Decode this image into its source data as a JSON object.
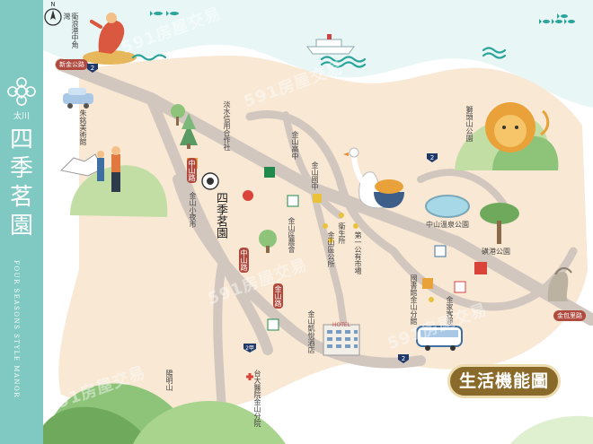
{
  "brand": {
    "company": "太川",
    "name_zh": "四季茗園",
    "name_en": "FOUR SEASONS STYLE MANOR"
  },
  "badge": "生活機能圖",
  "watermark": "591房屋交易",
  "roads": {
    "top_left": "新金公路",
    "right": "金包里路",
    "vertical_left": "中山路",
    "diagonal": "中山路",
    "vertical_mid": "金山路"
  },
  "route_numbers": [
    "2",
    "2甲",
    "2",
    "2"
  ],
  "places": {
    "surf": "衛浪港中角灣",
    "art_museum": "朱銘美術館",
    "credit_union": "淡水信用合作社",
    "high_school": "金山高中",
    "middle_school": "金山國中",
    "night_market": "金山小夜市",
    "project": "四季茗園",
    "farmers_assoc": "金山區農會",
    "township_office": "金山區公所",
    "health_center": "衛生所",
    "public_market": "第一公有市場",
    "park_lion": "獅頭山公園",
    "hotspring_park": "中山溫泉公園",
    "old_street": "磺港公園",
    "library": "國書館金山分館",
    "old_house": "金家客運",
    "hotel": "金山凱悅酒店",
    "hospital": "台大醫院金山分院",
    "yangming": "陽明山",
    "hotel_sign": "HOTEL"
  },
  "colors": {
    "side": "#7fc9c2",
    "land": "#f8e8d4",
    "road": "#d2c7be",
    "sea": "#e9f6f6",
    "hill": "#8ec47a",
    "badge": "#8a6a2a"
  }
}
